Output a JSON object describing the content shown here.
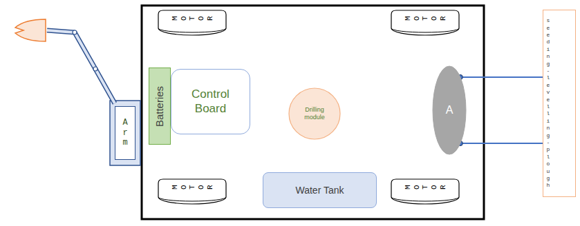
{
  "diagram": {
    "nodes": [
      {
        "text": [
          "MOTOR"
        ]
      },
      {
        "text": [
          "MOTOR"
        ]
      },
      {
        "text": [
          "Arm"
        ]
      },
      {
        "text": [
          "Batteries"
        ]
      },
      {
        "text": [
          "Control Board"
        ]
      },
      {
        "text": [
          "Drilling module"
        ]
      },
      {
        "text": [
          "A"
        ]
      },
      {
        "text": [
          "seeding-levelling-plough"
        ]
      },
      {
        "text": [
          "MOTOR"
        ]
      },
      {
        "text": [
          "Water Tank"
        ]
      },
      {
        "text": [
          "MOTOR"
        ]
      }
    ],
    "edges": [
      {
        "from": 6,
        "to": 7,
        "arrow": "none"
      },
      {
        "from": 6,
        "to": 7,
        "arrow": "none"
      }
    ]
  }
}
